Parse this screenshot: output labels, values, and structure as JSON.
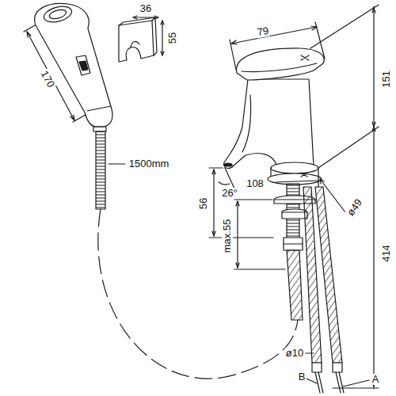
{
  "diagram": {
    "labels": [
      "170",
      "36",
      "55",
      "79",
      "151",
      "1500mm",
      "26°",
      "108",
      "56",
      "ø49",
      "max.55",
      "414",
      "ø10",
      "B",
      "A"
    ]
  }
}
